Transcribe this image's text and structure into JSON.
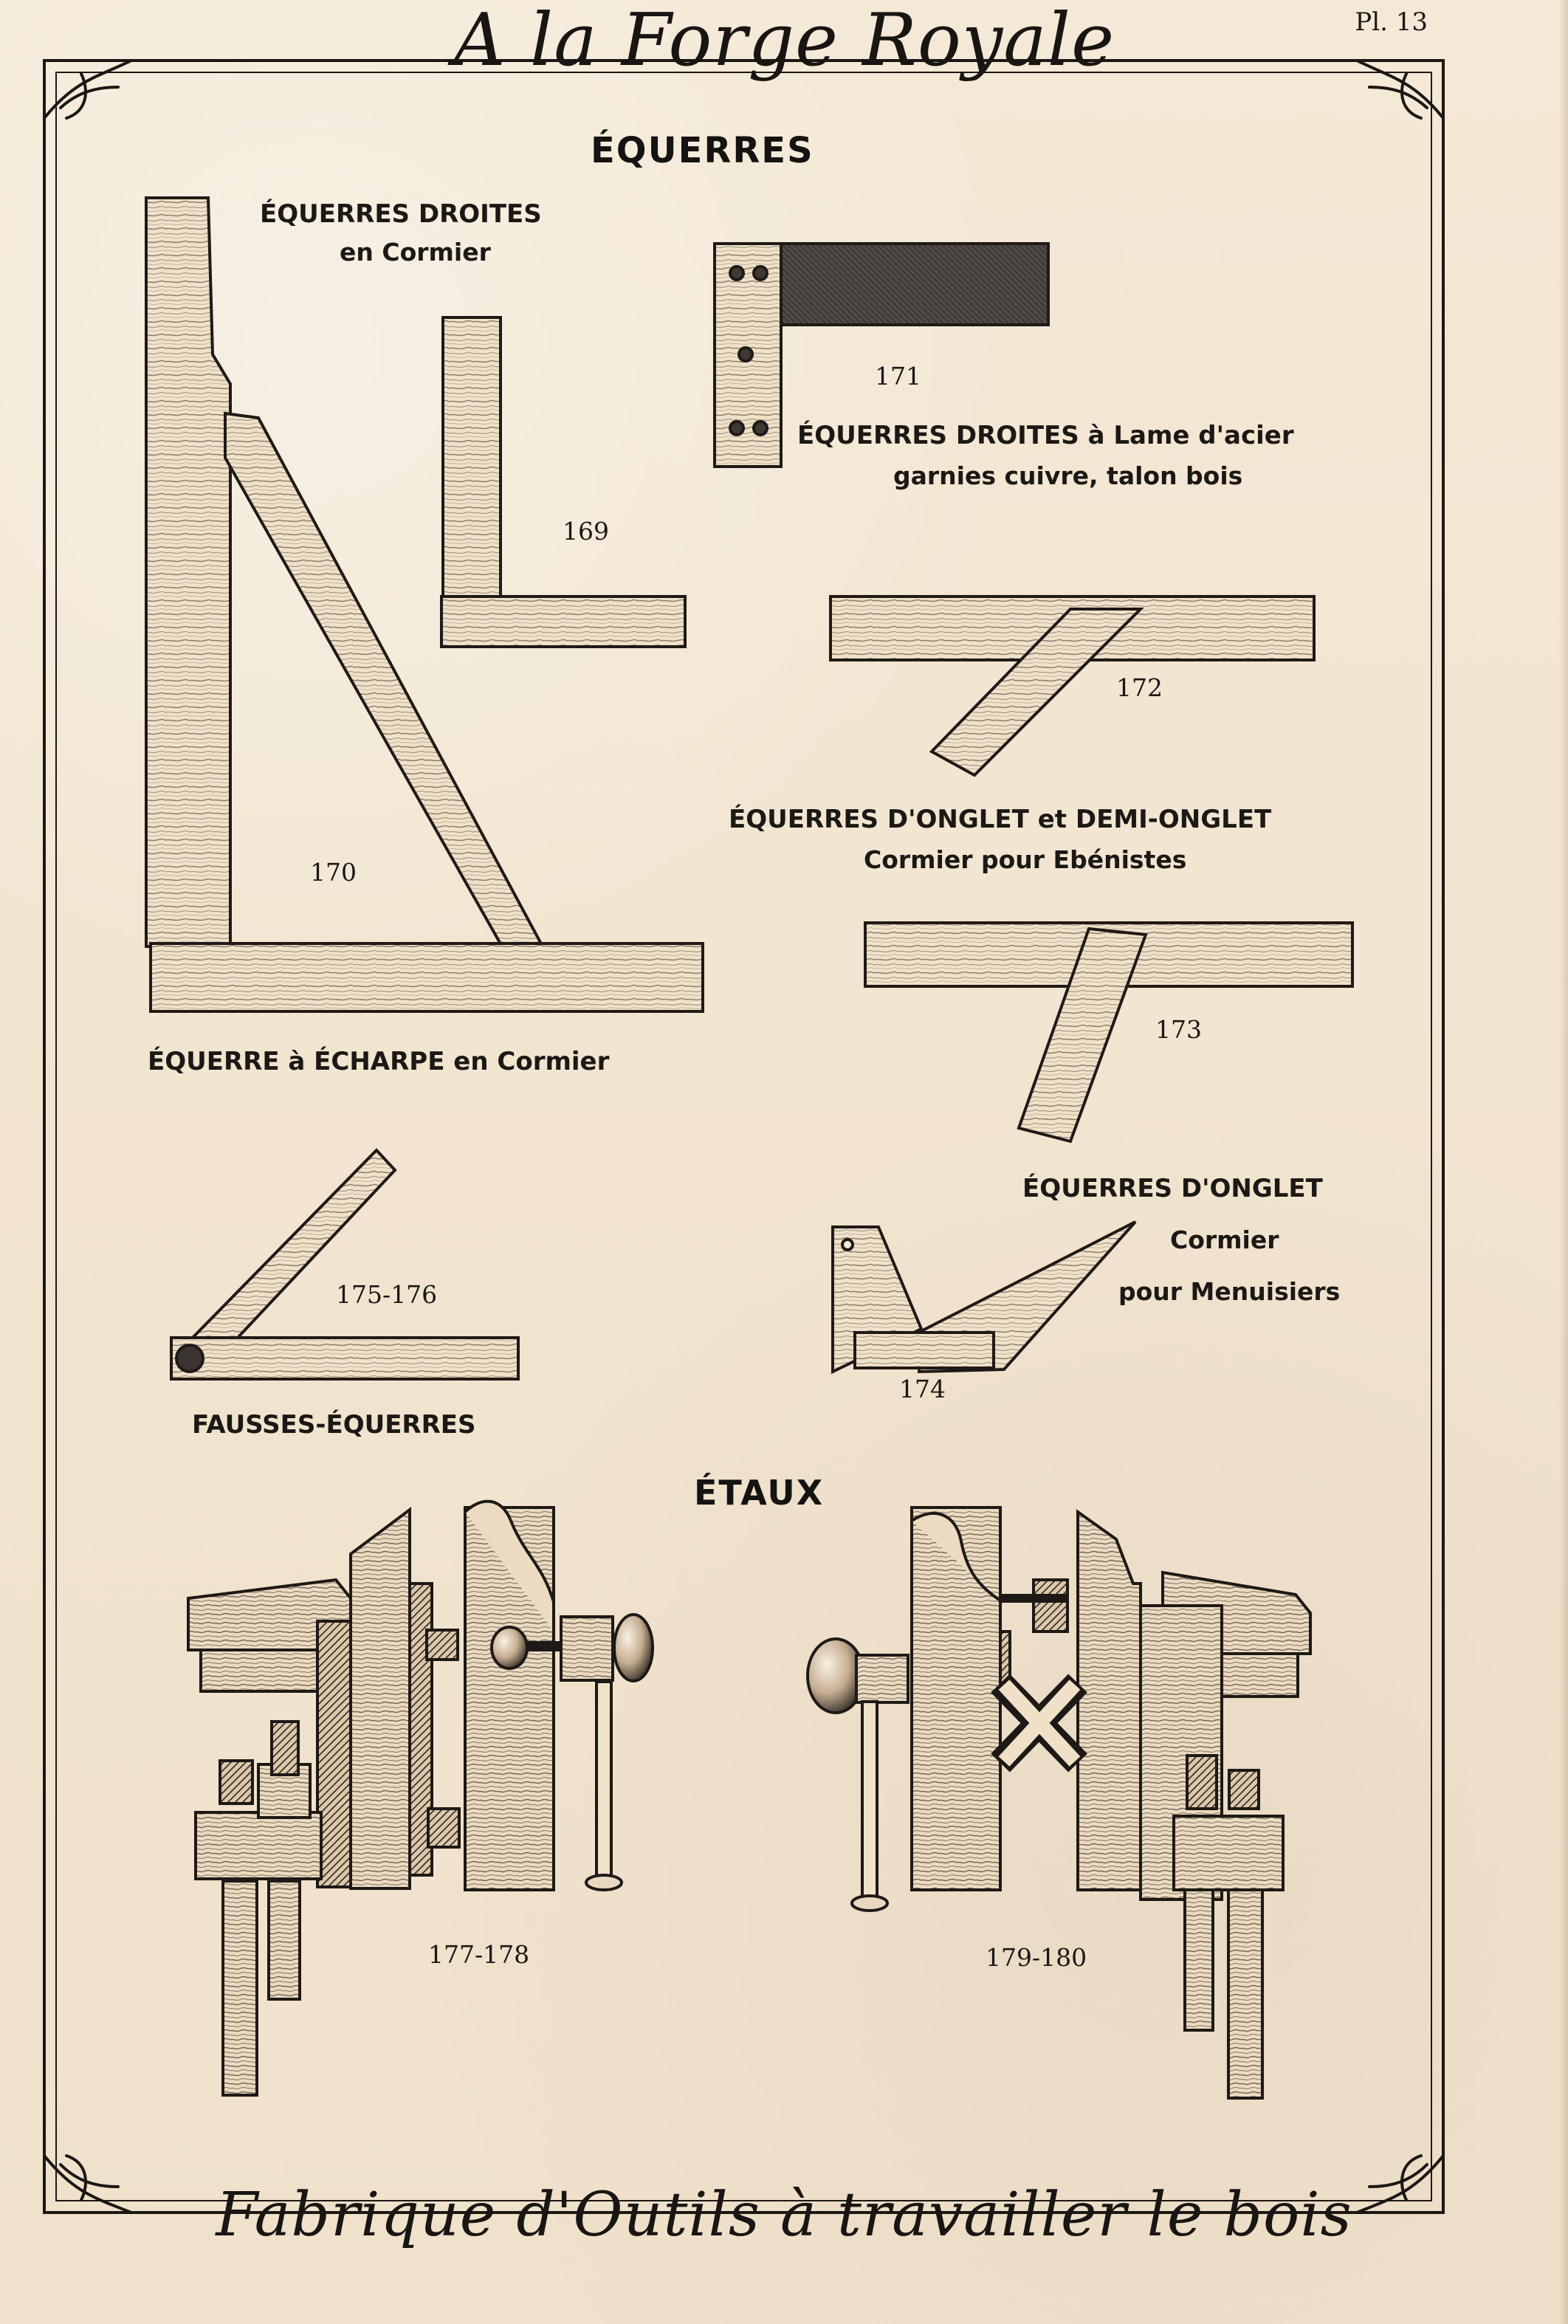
{
  "header": {
    "script_title": "A la Forge Royale",
    "plate_number": "Pl. 13"
  },
  "sections": {
    "equerres_title": "ÉQUERRES",
    "etaux_title": "ÉTAUX"
  },
  "items": {
    "equerres_droites_title": "ÉQUERRES DROITES",
    "equerres_droites_subtitle": "en Cormier",
    "equerres_droites_lame": "ÉQUERRES DROITES à Lame d'acier",
    "equerres_droites_lame_sub": "garnies cuivre, talon bois",
    "equerres_onglet_demi": "ÉQUERRES D'ONGLET et DEMI-ONGLET",
    "equerres_onglet_demi_sub": "Cormier pour Ebénistes",
    "equerre_echarpe": "ÉQUERRE à ÉCHARPE en Cormier",
    "equerres_onglet": "ÉQUERRES D'ONGLET",
    "equerres_onglet_sub1": "Cormier",
    "equerres_onglet_sub2": "pour Menuisiers",
    "fausses_equerres": "FAUSSES-ÉQUERRES"
  },
  "numbers": {
    "n169": "169",
    "n170": "170",
    "n171": "171",
    "n172": "172",
    "n173": "173",
    "n174": "174",
    "n175_176": "175-176",
    "n177_178": "177-178",
    "n179_180": "179-180"
  },
  "footer": {
    "script_text": "Fabrique d'Outils à travailler le bois"
  },
  "colors": {
    "paper": "#f3e6d2",
    "ink": "#1a1714",
    "wood": "#f0e2c9"
  }
}
